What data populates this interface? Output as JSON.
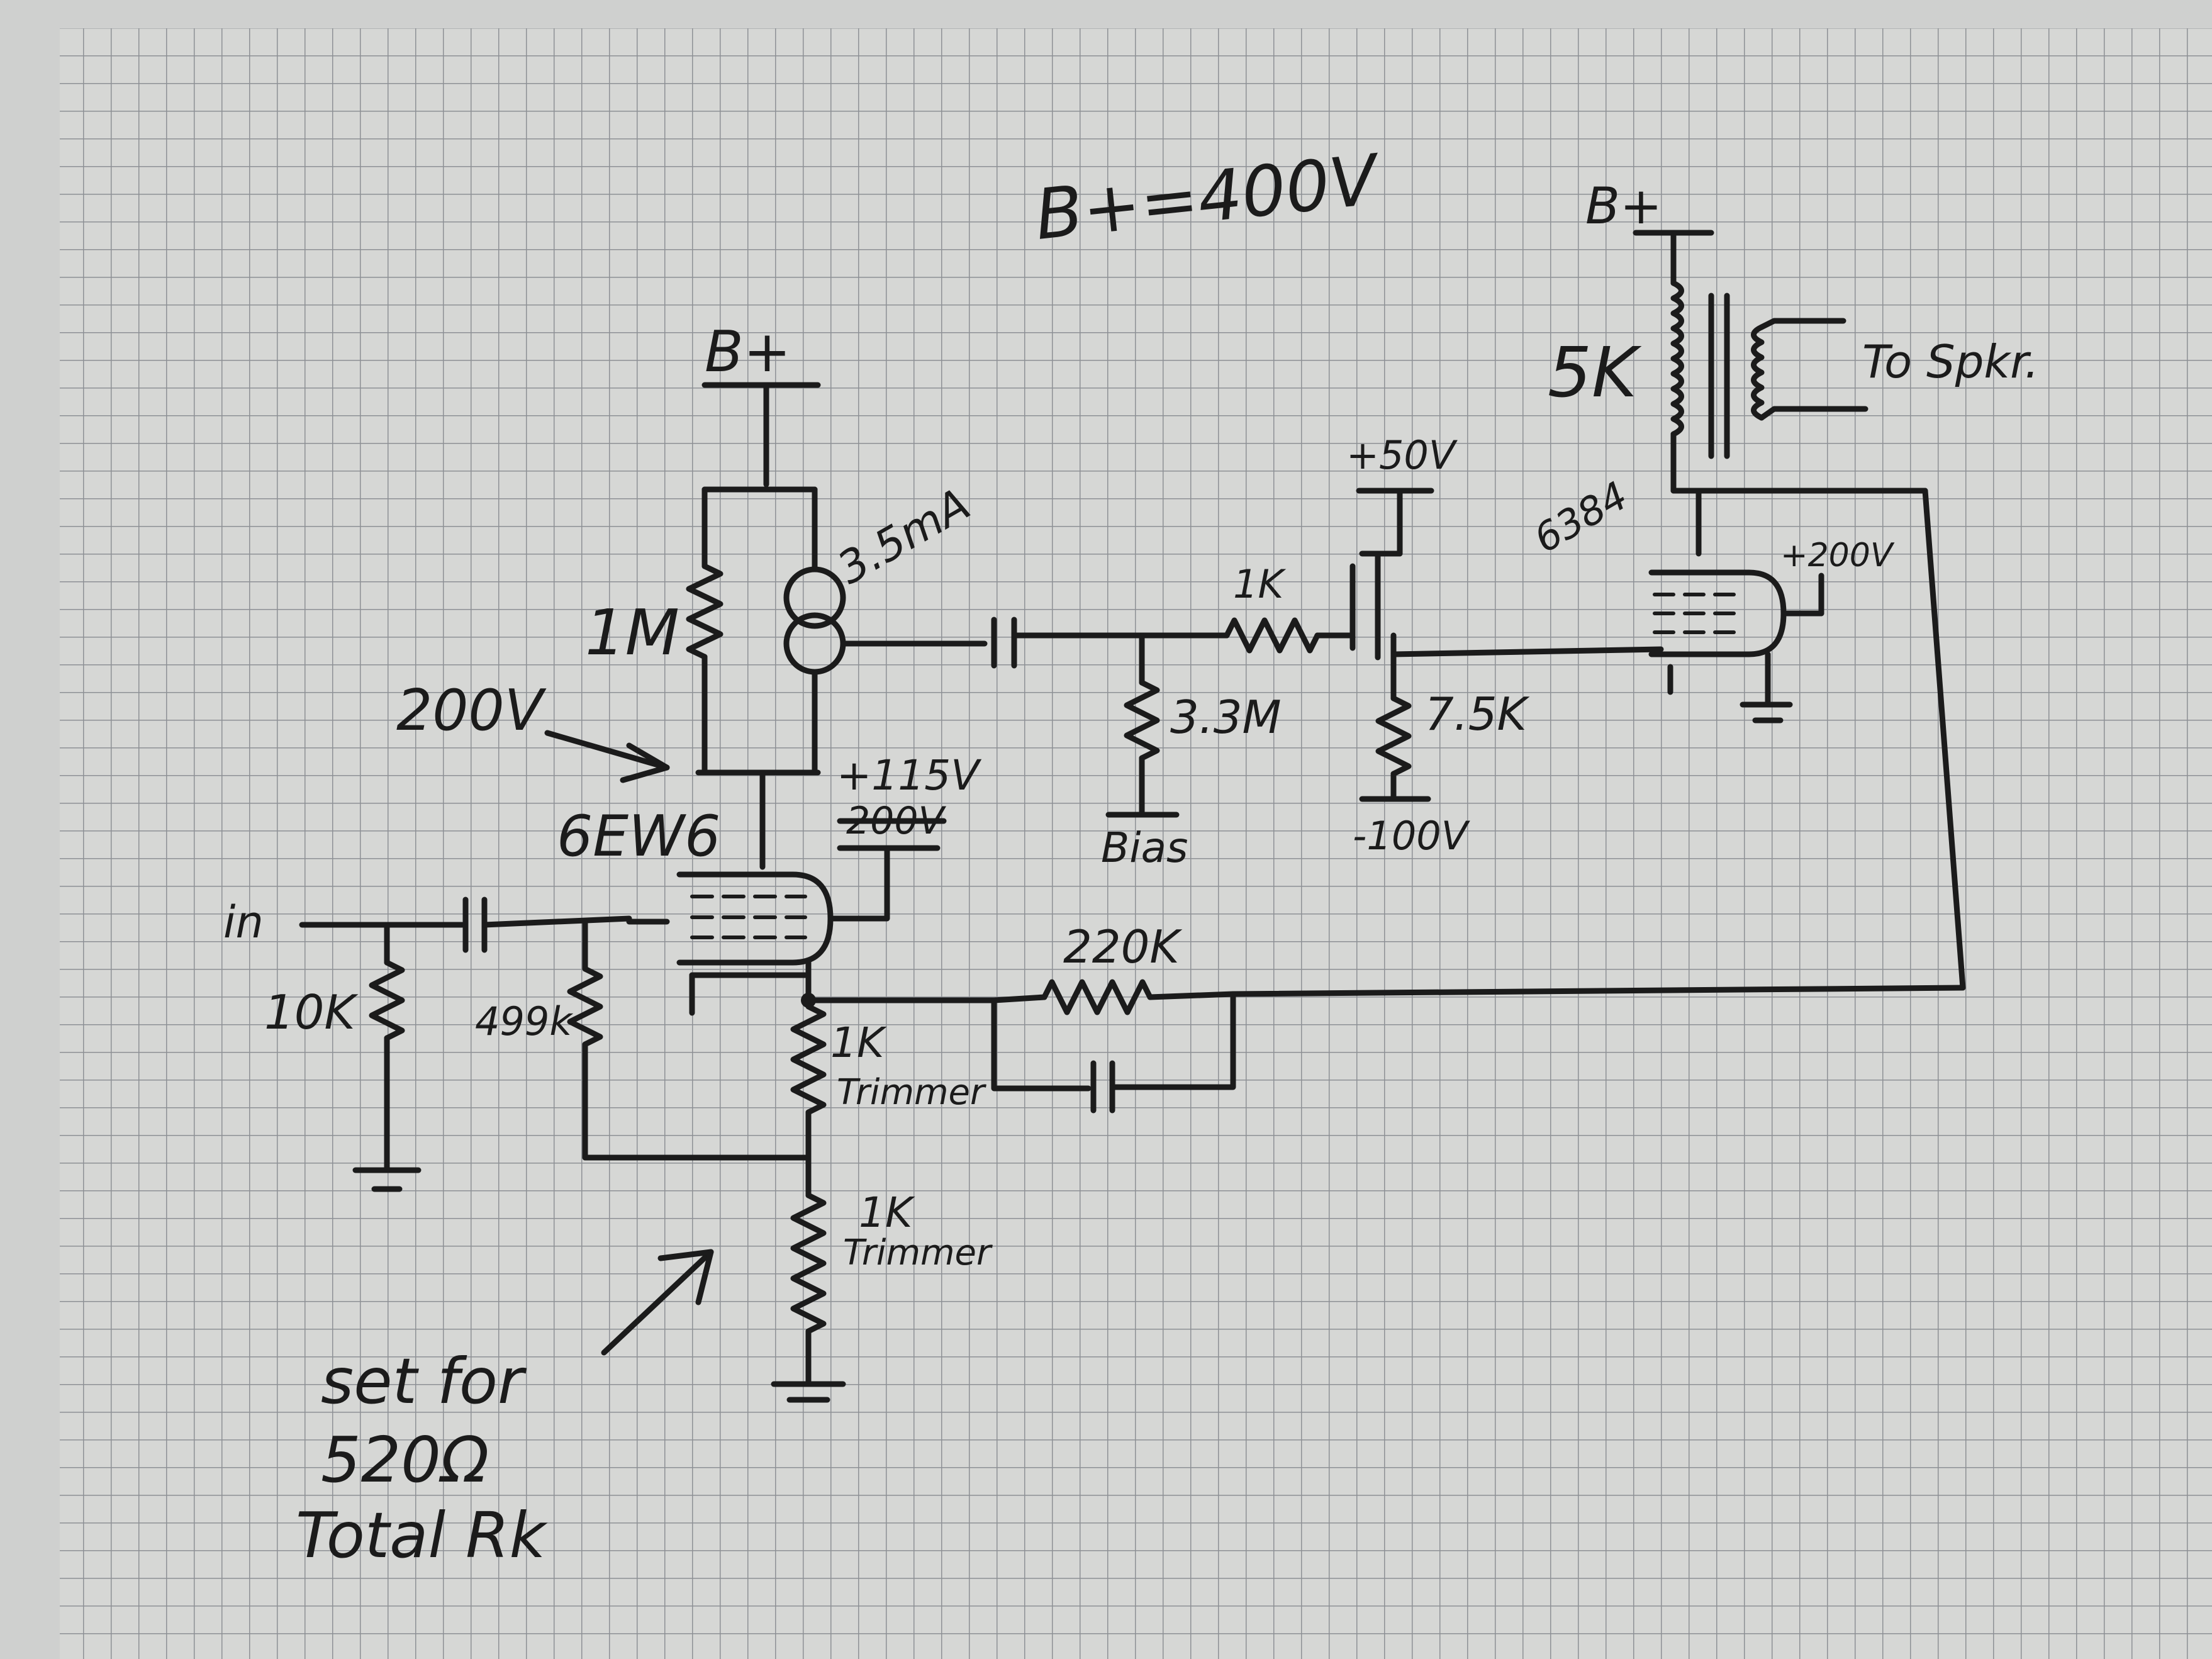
{
  "paper": {
    "background": "#d2d3d1",
    "grid_color": "#8d9095",
    "ink_color": "#1b1b1b"
  },
  "labels": {
    "bplus_main": "B+=400V",
    "bplus_driver": "B+",
    "bplus_output": "B+",
    "r_plate": "1M",
    "ccs": "3.5mA",
    "plate_voltage": "200V",
    "driver_tube": "6EW6",
    "screen_supply": "+115V",
    "screen_struck": "200V",
    "input": "in",
    "r_input": "10K",
    "r_grid": "499k",
    "r_trim_upper": "1K",
    "trim_upper_note": "Trimmer",
    "r_trim_lower": "1K",
    "trim_lower_note": "Trimmer",
    "set_note_1": "set for",
    "set_note_2": "520Ω",
    "set_note_3": "Total Rk",
    "r_feedback": "220K",
    "r_stopper": "1K",
    "r_bias": "3.3M",
    "bias": "Bias",
    "follower_drain": "+50V",
    "r_source": "7.5K",
    "neg_supply": "-100V",
    "output_tube": "6384",
    "output_screen": "+200V",
    "transformer": "5K",
    "to_speaker": "To Spkr."
  }
}
